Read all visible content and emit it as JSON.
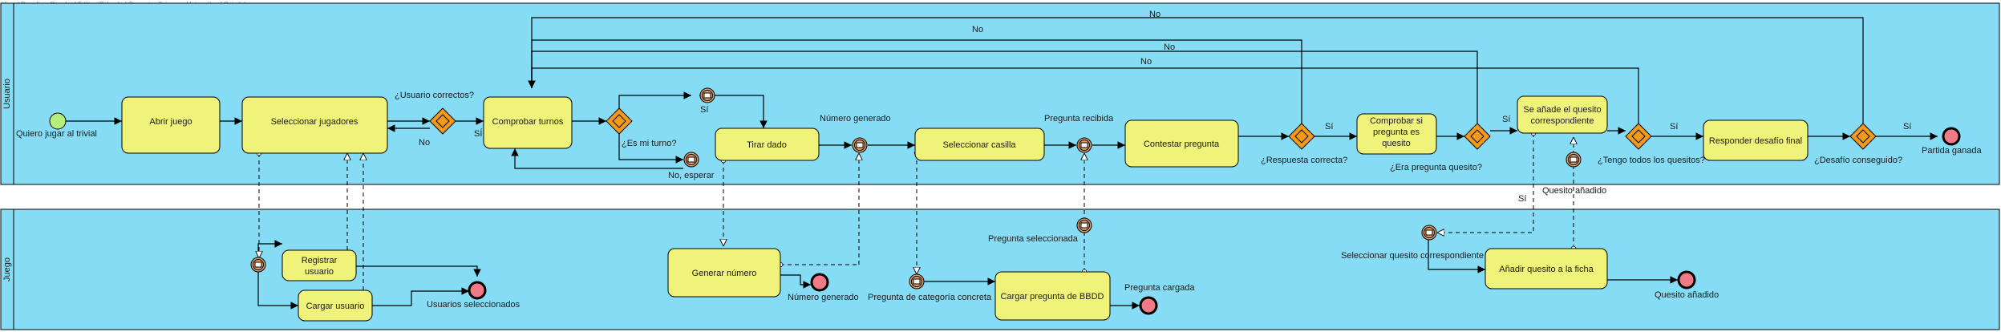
{
  "watermark": "Visual Paradigm Standard Edition(School of Computer Science - University of Oviedo)",
  "colors": {
    "pool": "#86dcf4",
    "task": "#f0f37a",
    "gateway": "#f39a1c",
    "start": "#b6f07c",
    "end": "#f07a86",
    "line": "#000000"
  },
  "lanes": {
    "top": "Usuario",
    "bottom": "Juego"
  },
  "tasks": {
    "abrir": "Abrir juego",
    "seleccionar_jugadores": "Seleccionar jugadores",
    "comprobar_turnos": "Comprobar turnos",
    "tirar_dado": "Tirar dado",
    "seleccionar_casilla": "Seleccionar casilla",
    "contestar": "Contestar pregunta",
    "comprobar_quesito": [
      "Comprobar si",
      "pregunta es",
      "quesito"
    ],
    "anade_quesito": [
      "Se añade el quesito",
      "correspondiente"
    ],
    "responder_desafio": "Responder desafío final",
    "registrar_usuario": [
      "Registrar",
      "usuario"
    ],
    "cargar_usuario": "Cargar usuario",
    "generar_numero": "Generar número",
    "cargar_pregunta": "Cargar pregunta de BBDD",
    "anadir_quesito_ficha": "Añadir quesito a la ficha"
  },
  "events": {
    "start": "Quiero jugar al trivial",
    "partida_ganada": "Partida ganada",
    "usuarios_seleccionados": "Usuarios seleccionados",
    "numero_generado_end": "Número generado",
    "pregunta_cargada": "Pregunta cargada",
    "quesito_anadido_end": "Quesito añadido",
    "no_esperar": "No, esperar",
    "numero_generado_msg": "Número generado",
    "pregunta_recibida": "Pregunta recibida",
    "pregunta_seleccionada": "Pregunta seleccionada",
    "pregunta_categoria": "Pregunta de categoría concreta",
    "seleccionar_quesito": "Seleccionar quesito correspondiente",
    "quesito_anadido_msg": "Quesito añadido"
  },
  "gateways": {
    "usuario_correctos": "¿Usuario correctos?",
    "es_mi_turno": "¿Es mi turno?",
    "respuesta_correcta": "¿Respuesta correcta?",
    "era_quesito": "¿Era pregunta quesito?",
    "tengo_quesitos": "¿Tengo todos los quesitos?",
    "desafio": "¿Desafío conseguido?"
  },
  "flows": {
    "si": "Sí",
    "no": "No",
    "si_b": "SÍ",
    "si_quesito": "Sí"
  }
}
